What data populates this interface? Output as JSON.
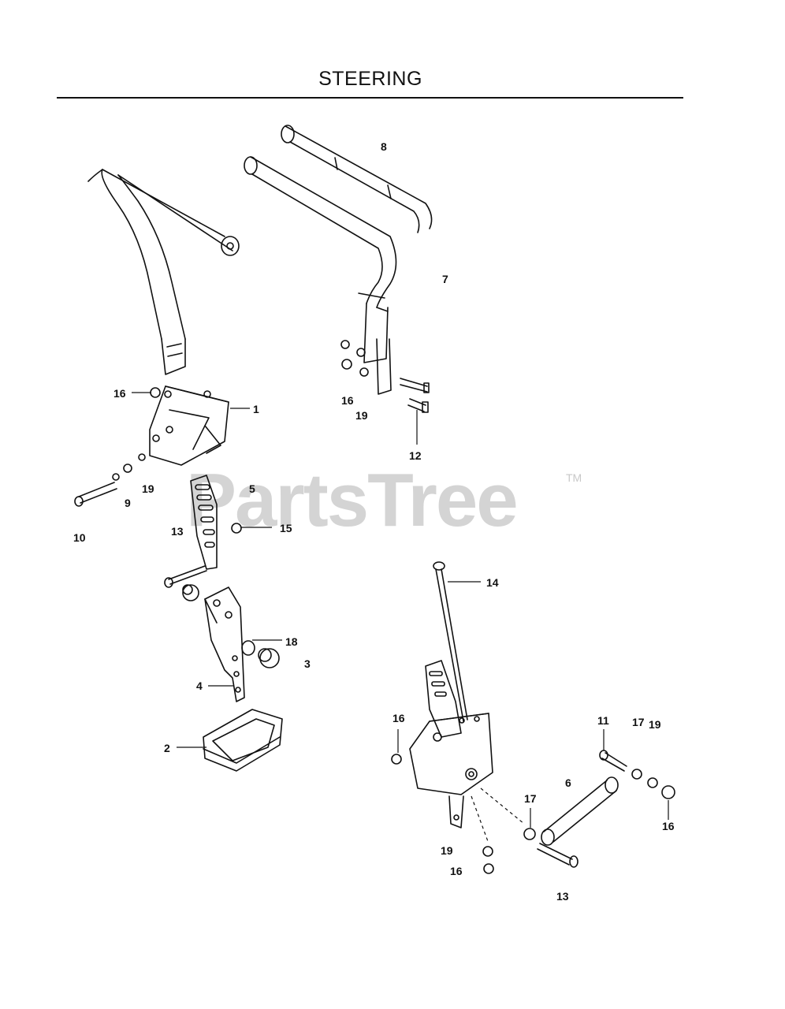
{
  "title": "STEERING",
  "watermark": "PartsTree",
  "trademark": "TM",
  "callouts": [
    "8",
    "7",
    "16",
    "1",
    "16",
    "19",
    "12",
    "5",
    "19",
    "9",
    "10",
    "13",
    "15",
    "14",
    "18",
    "3",
    "4",
    "2",
    "16",
    "11",
    "17",
    "19",
    "6",
    "17",
    "16",
    "19",
    "16",
    "13"
  ]
}
